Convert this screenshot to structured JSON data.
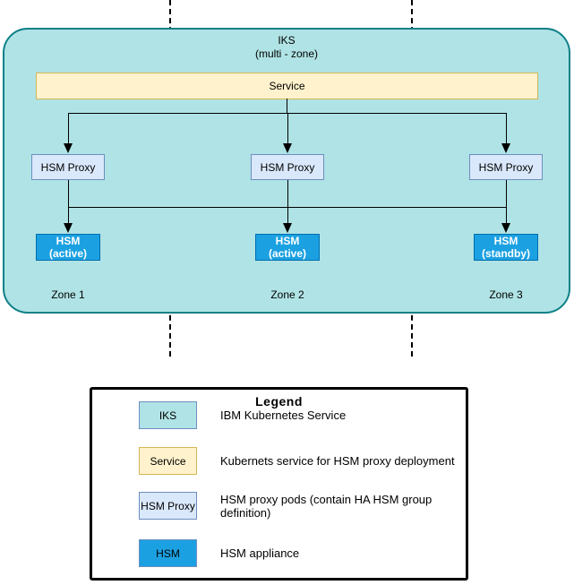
{
  "diagram": {
    "container_title_line1": "IKS",
    "container_title_line2": "(multi - zone)",
    "service_label": "Service",
    "zones": [
      {
        "zone_label": "Zone 1",
        "proxy_label": "HSM Proxy",
        "hsm_line1": "HSM",
        "hsm_line2": "(active)"
      },
      {
        "zone_label": "Zone 2",
        "proxy_label": "HSM Proxy",
        "hsm_line1": "HSM",
        "hsm_line2": "(active)"
      },
      {
        "zone_label": "Zone 3",
        "proxy_label": "HSM Proxy",
        "hsm_line1": "HSM",
        "hsm_line2": "(standby)"
      }
    ]
  },
  "legend": {
    "title": "Legend",
    "items": [
      {
        "swatch_label": "IKS",
        "description": "IBM Kubernetes Service",
        "swatch_color": "#b0e3e5"
      },
      {
        "swatch_label": "Service",
        "description": "Kubernets service for HSM proxy deployment",
        "swatch_color": "#fff2cc"
      },
      {
        "swatch_label": "HSM Proxy",
        "description": "HSM proxy pods (contain HA HSM group definition)",
        "swatch_color": "#dae8fc"
      },
      {
        "swatch_label": "HSM",
        "description": "HSM appliance",
        "swatch_color": "#1ba1e2"
      }
    ]
  },
  "colors": {
    "iks_fill": "#b0e3e5",
    "iks_border": "#0e8088",
    "service_fill": "#fff2cc",
    "service_border": "#d6b656",
    "proxy_fill": "#dae8fc",
    "proxy_border": "#6c8ebf",
    "hsm_fill": "#1ba1e2",
    "hsm_border": "#006eaf",
    "line": "#000000"
  }
}
